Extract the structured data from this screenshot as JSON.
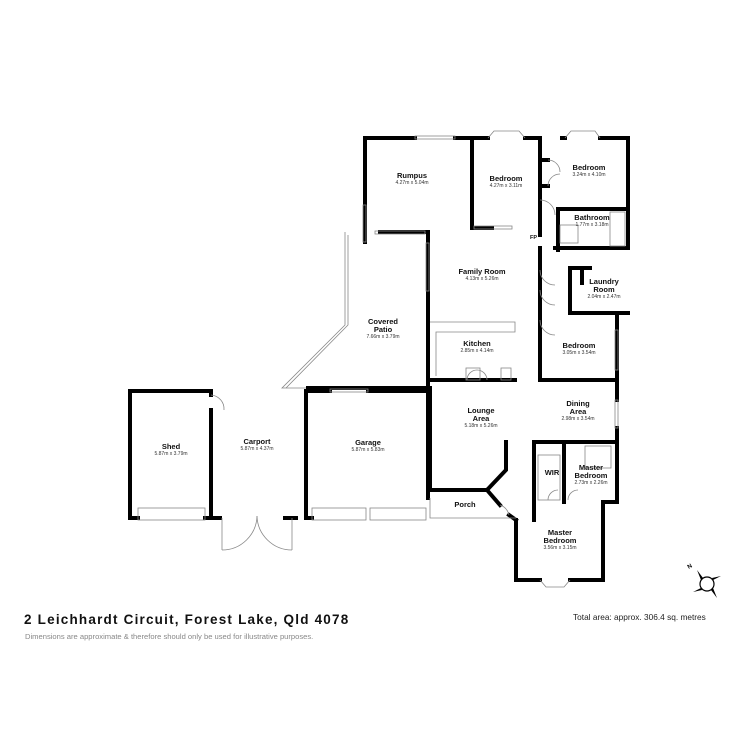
{
  "header": {
    "address": "2 Leichhardt Circuit, Forest Lake, Qld 4078",
    "disclaimer": "Dimensions are approximate & therefore should only be used for illustrative purposes.",
    "total_area": "Total area: approx. 306.4 sq. metres"
  },
  "compass": {
    "label": "N"
  },
  "fireplace_label": "FP",
  "rooms": [
    {
      "name": "Rumpus",
      "dim": "4.27m x 5.04m"
    },
    {
      "name": "Bedroom",
      "dim": "4.27m x 3.11m"
    },
    {
      "name": "Bedroom",
      "dim": "3.24m x 4.10m"
    },
    {
      "name": "Bathroom",
      "dim": "1.77m x 3.18m"
    },
    {
      "name": "Family Room",
      "dim": "4.13m x 5.26m"
    },
    {
      "name": "Laundry Room",
      "dim": "2.04m x 2.47m"
    },
    {
      "name": "Covered Patio",
      "dim": "7.66m x 3.79m"
    },
    {
      "name": "Kitchen",
      "dim": "2.85m x 4.14m"
    },
    {
      "name": "Bedroom",
      "dim": "3.05m x 3.54m"
    },
    {
      "name": "Shed",
      "dim": "5.87m x 3.79m"
    },
    {
      "name": "Carport",
      "dim": "5.87m x 4.37m"
    },
    {
      "name": "Garage",
      "dim": "5.87m x 5.83m"
    },
    {
      "name": "Lounge Area",
      "dim": "5.18m x 5.26m"
    },
    {
      "name": "Dining Area",
      "dim": "2.98m x 3.54m"
    },
    {
      "name": "WIR",
      "dim": ""
    },
    {
      "name": "Master Bedroom",
      "dim": "2.73m x 2.26m"
    },
    {
      "name": "Porch",
      "dim": ""
    },
    {
      "name": "Master Bedroom",
      "dim": "3.56m x 3.15m"
    }
  ]
}
